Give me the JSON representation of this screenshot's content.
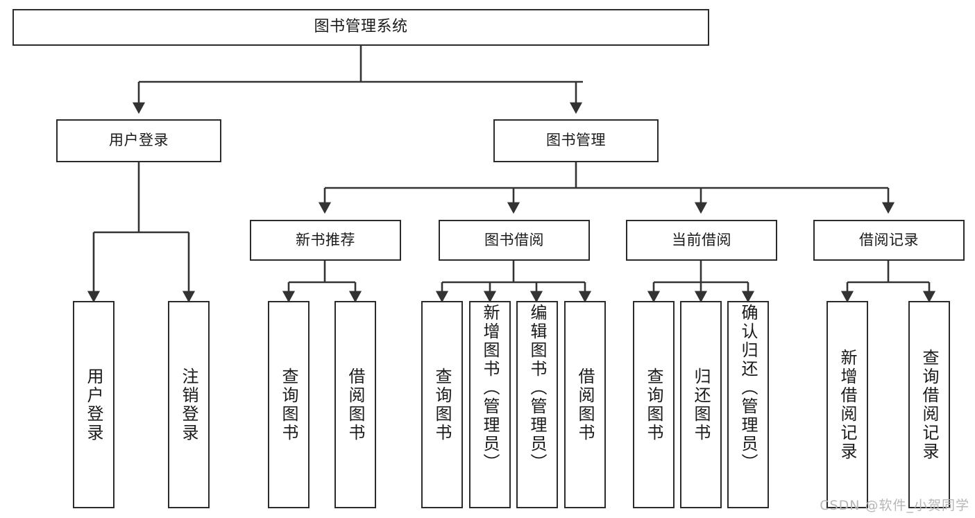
{
  "diagram": {
    "type": "tree-hierarchy",
    "title": "图书管理系统",
    "watermark": "CSDN @软件_小贺同学",
    "colors": {
      "box_border": "#2b2b2b",
      "box_fill": "#ffffff",
      "edge": "#333333",
      "text": "#1a1a1a",
      "watermark": "#b6b6b6",
      "background": "#ffffff"
    },
    "nodes": {
      "root": {
        "label": "图书管理系统"
      },
      "level1": [
        {
          "id": "user-login",
          "label": "用户登录"
        },
        {
          "id": "book-manage",
          "label": "图书管理"
        }
      ],
      "level2": [
        {
          "id": "new-book-rec",
          "label": "新书推荐"
        },
        {
          "id": "book-borrow",
          "label": "图书借阅"
        },
        {
          "id": "current-borrow",
          "label": "当前借阅"
        },
        {
          "id": "borrow-record",
          "label": "借阅记录"
        }
      ],
      "leaves": {
        "user-login": [
          {
            "id": "leaf-user-login",
            "label": "用户登录"
          },
          {
            "id": "leaf-logout",
            "label": "注销登录"
          }
        ],
        "new-book-rec": [
          {
            "id": "leaf-query-book-1",
            "label": "查询图书"
          },
          {
            "id": "leaf-borrow-book-1",
            "label": "借阅图书"
          }
        ],
        "book-borrow": [
          {
            "id": "leaf-query-book-2",
            "label": "查询图书"
          },
          {
            "id": "leaf-add-book",
            "label": "新增图书（管理员）"
          },
          {
            "id": "leaf-edit-book",
            "label": "编辑图书（管理员）"
          },
          {
            "id": "leaf-borrow-book-2",
            "label": "借阅图书"
          }
        ],
        "current-borrow": [
          {
            "id": "leaf-query-book-3",
            "label": "查询图书"
          },
          {
            "id": "leaf-return-book",
            "label": "归还图书"
          },
          {
            "id": "leaf-confirm-return",
            "label": "确认归还（管理员）"
          }
        ],
        "borrow-record": [
          {
            "id": "leaf-add-record",
            "label": "新增借阅记录"
          },
          {
            "id": "leaf-query-record",
            "label": "查询借阅记录"
          }
        ]
      }
    }
  }
}
